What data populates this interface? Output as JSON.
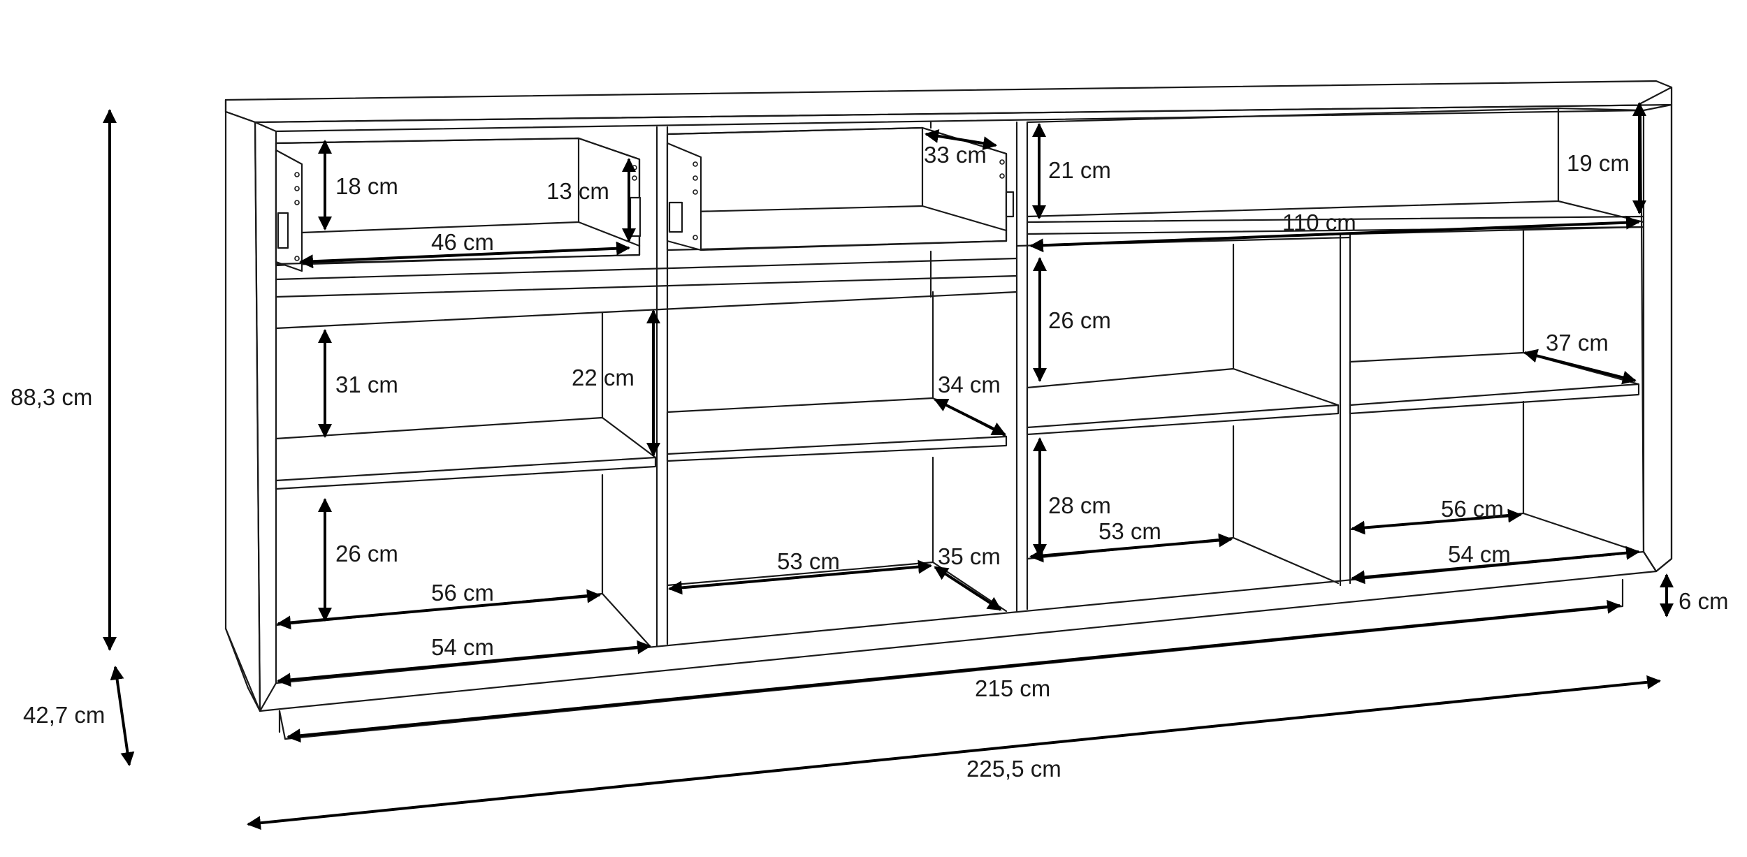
{
  "labels": {
    "total_height": "88,3 cm",
    "depth": "42,7 cm",
    "drawer1_height": "18 cm",
    "drawer1_inner": "13 cm",
    "drawer1_width": "46 cm",
    "drawer2_depth": "33 cm",
    "top_right_height": "21 cm",
    "top_right_side": "19 cm",
    "top_right_width": "110 cm",
    "left_mid_height": "31 cm",
    "mid_height": "22 cm",
    "mid_shelf_depth": "34 cm",
    "right_upper_height": "26 cm",
    "right_shelf_depth": "37 cm",
    "left_low_height": "26 cm",
    "left_low_depth": "56 cm",
    "left_low_width": "54 cm",
    "mid_low_width": "53 cm",
    "mid_low_depth": "35 cm",
    "right_low_height": "28 cm",
    "right_low_width": "53 cm",
    "far_right_depth": "56 cm",
    "far_right_width": "54 cm",
    "plinth_height": "6 cm",
    "body_width": "215 cm",
    "total_width": "225,5 cm"
  }
}
